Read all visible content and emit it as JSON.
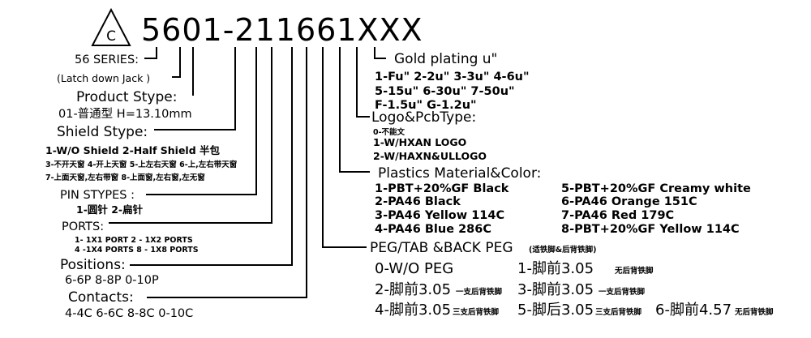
{
  "header": {
    "logo_letter": "C",
    "part_number": "5601-211661XXX"
  },
  "series": {
    "title": "56 SERIES:",
    "subtitle": "(Latch down Jack )"
  },
  "product_type": {
    "title": "Product Stype:",
    "value": "01-普通型 H=13.10mm"
  },
  "shield_type": {
    "title": "Shield Stype:",
    "lines": [
      "1-W/O Shield 2-Half Shield 半包",
      "3-不开天窗 4-开上天窗 5-上左右天窗 6-上,左右带天窗",
      "7-上面天窗,左右带窗 8-上面窗,左右窗,左无窗"
    ]
  },
  "pin_types": {
    "title": "PIN STYPES :",
    "values": "1-圆针 2-扁针"
  },
  "ports": {
    "title": "PORTS:",
    "lines": [
      "1- 1X1 PORT 2 - 1X2 PORTS",
      "4 -1X4 PORTS 8 - 1X8 PORTS"
    ]
  },
  "positions": {
    "title": "Positions:",
    "values": "6-6P 8-8P 0-10P"
  },
  "contacts": {
    "title": "Contacts:",
    "values": "4-4C 6-6C 8-8C 0-10C"
  },
  "gold_plating": {
    "title": "Gold plating u\"",
    "lines": [
      "1-Fu\" 2-2u\" 3-3u\" 4-6u\"",
      "5-15u\" 6-30u\" 7-50u\"",
      "F-1.5u\" G-1.2u\""
    ]
  },
  "logo_pcb": {
    "title": "Logo&PcbType:",
    "lines": [
      "0-不能文",
      "1-W/HXAN LOGO",
      "2-W/HAXN&ULLOGO"
    ]
  },
  "plastics": {
    "title": "Plastics Material&Color:",
    "left": [
      "1-PBT+20%GF Black",
      "2-PA46 Black",
      "3-PA46 Yellow 114C",
      "4-PA46 Blue 286C"
    ],
    "right": [
      "5-PBT+20%GF Creamy white",
      "6-PA46 Orange 151C",
      "7-PA46 Red 179C",
      "8-PBT+20%GF Yellow 114C"
    ]
  },
  "peg": {
    "title": "PEG/TAB &BACK PEG",
    "title_note": "(适铁脚&后背铁脚)",
    "items": [
      {
        "code": "0-W/O PEG",
        "note": ""
      },
      {
        "code": "1-脚前3.05",
        "note": "无后背铁脚"
      },
      {
        "code": "2-脚前3.05",
        "note": "一支后背铁脚"
      },
      {
        "code": "3-脚前3.05",
        "note": "一支后背铁脚"
      },
      {
        "code": "4-脚前3.05",
        "note": "三支后背铁脚"
      },
      {
        "code": "5-脚后3.05",
        "note": "三支后背铁脚"
      },
      {
        "code": "6-脚前4.57",
        "note": "无后背铁脚"
      }
    ]
  }
}
